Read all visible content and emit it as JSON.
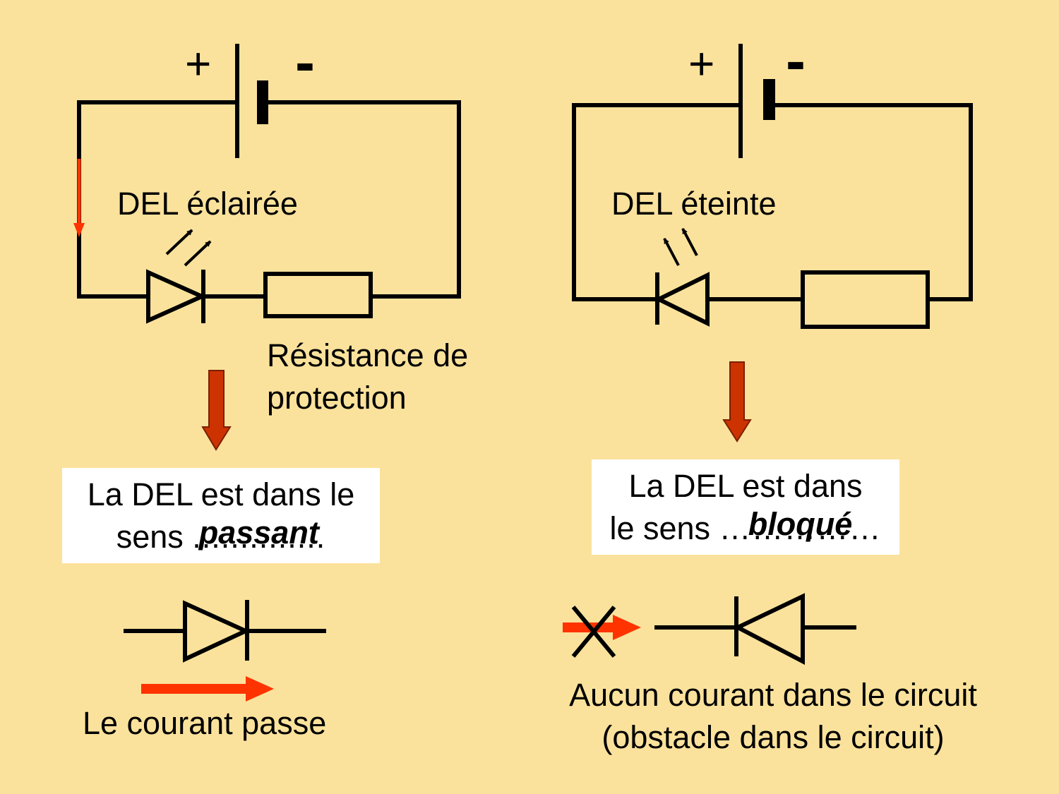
{
  "left": {
    "battery_plus": "+",
    "battery_minus": "-",
    "led_state": "DEL éclairée",
    "resistor_label_line1": "Résistance de",
    "resistor_label_line2": "protection",
    "box_line1": "La DEL est dans le",
    "box_line2_prefix": "sens ",
    "box_line2_dots": "..............",
    "box_answer": "passant",
    "caption": "Le courant passe"
  },
  "right": {
    "battery_plus": "+",
    "battery_minus": "-",
    "led_state": "DEL éteinte",
    "box_line1": "La DEL est dans",
    "box_line2_prefix": "le sens ",
    "box_line2_dots": "……………",
    "box_answer": "bloqué",
    "caption_line1": "Aucun courant dans le circuit",
    "caption_line2": "(obstacle dans le circuit)"
  },
  "colors": {
    "background": "#fbe29c",
    "current_arrow": "#ff3300",
    "down_arrow": "#cc3300",
    "box": "#ffffff"
  }
}
